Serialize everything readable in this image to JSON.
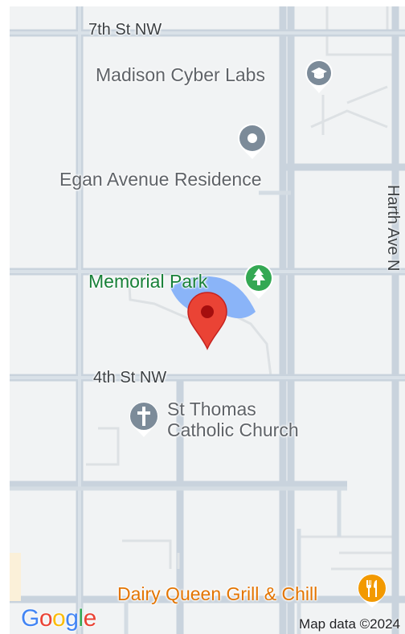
{
  "map": {
    "roads": {
      "street_7th": "7th St NW",
      "street_4th": "4th St NW",
      "harth": "Harth Ave N"
    },
    "pois": {
      "madison": "Madison Cyber Labs",
      "egan": "Egan Avenue Residence",
      "memorial": "Memorial Park",
      "st_thomas_line1": "St Thomas",
      "st_thomas_line2": "Catholic Church",
      "dairy_queen": "Dairy Queen Grill & Chill"
    },
    "icons": {
      "madison": "graduation-cap-icon",
      "egan": "place-dot-icon",
      "memorial": "tree-icon",
      "st_thomas": "cross-icon",
      "dairy_queen": "fork-knife-icon",
      "pin": "red-location-pin-icon"
    },
    "colors": {
      "background": "#f1f3f4",
      "road": "#c9d3dd",
      "park_water": "#8ab4f8",
      "poi_gray": "#5f6368",
      "poi_green": "#188038",
      "poi_orange": "#e37400",
      "pin_red": "#ea4335"
    }
  },
  "footer": {
    "attribution": "Map data ©2024",
    "logo_letters": [
      "G",
      "o",
      "o",
      "g",
      "l",
      "e"
    ]
  }
}
